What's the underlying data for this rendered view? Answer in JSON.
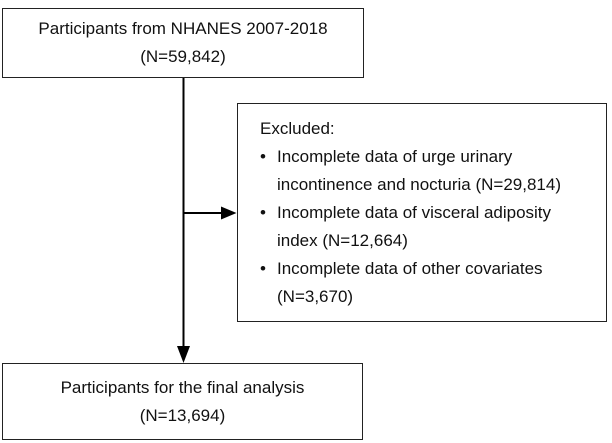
{
  "diagram": {
    "top_box": {
      "line1": "Participants from NHANES 2007-2018",
      "line2": "(N=59,842)"
    },
    "excluded_box": {
      "title": "Excluded:",
      "bullet": "•",
      "items": [
        {
          "line1": "Incomplete data of urge urinary",
          "line2": "incontinence and nocturia (N=29,814)"
        },
        {
          "line1": "Incomplete data of visceral adiposity",
          "line2": "index (N=12,664)"
        },
        {
          "line1": "Incomplete data of other covariates",
          "line2": "(N=3,670)"
        }
      ]
    },
    "bottom_box": {
      "line1": "Participants for the final analysis",
      "line2": "(N=13,694)"
    },
    "colors": {
      "border": "#222222",
      "line": "#000000",
      "text": "#111111",
      "background": "#ffffff"
    }
  }
}
